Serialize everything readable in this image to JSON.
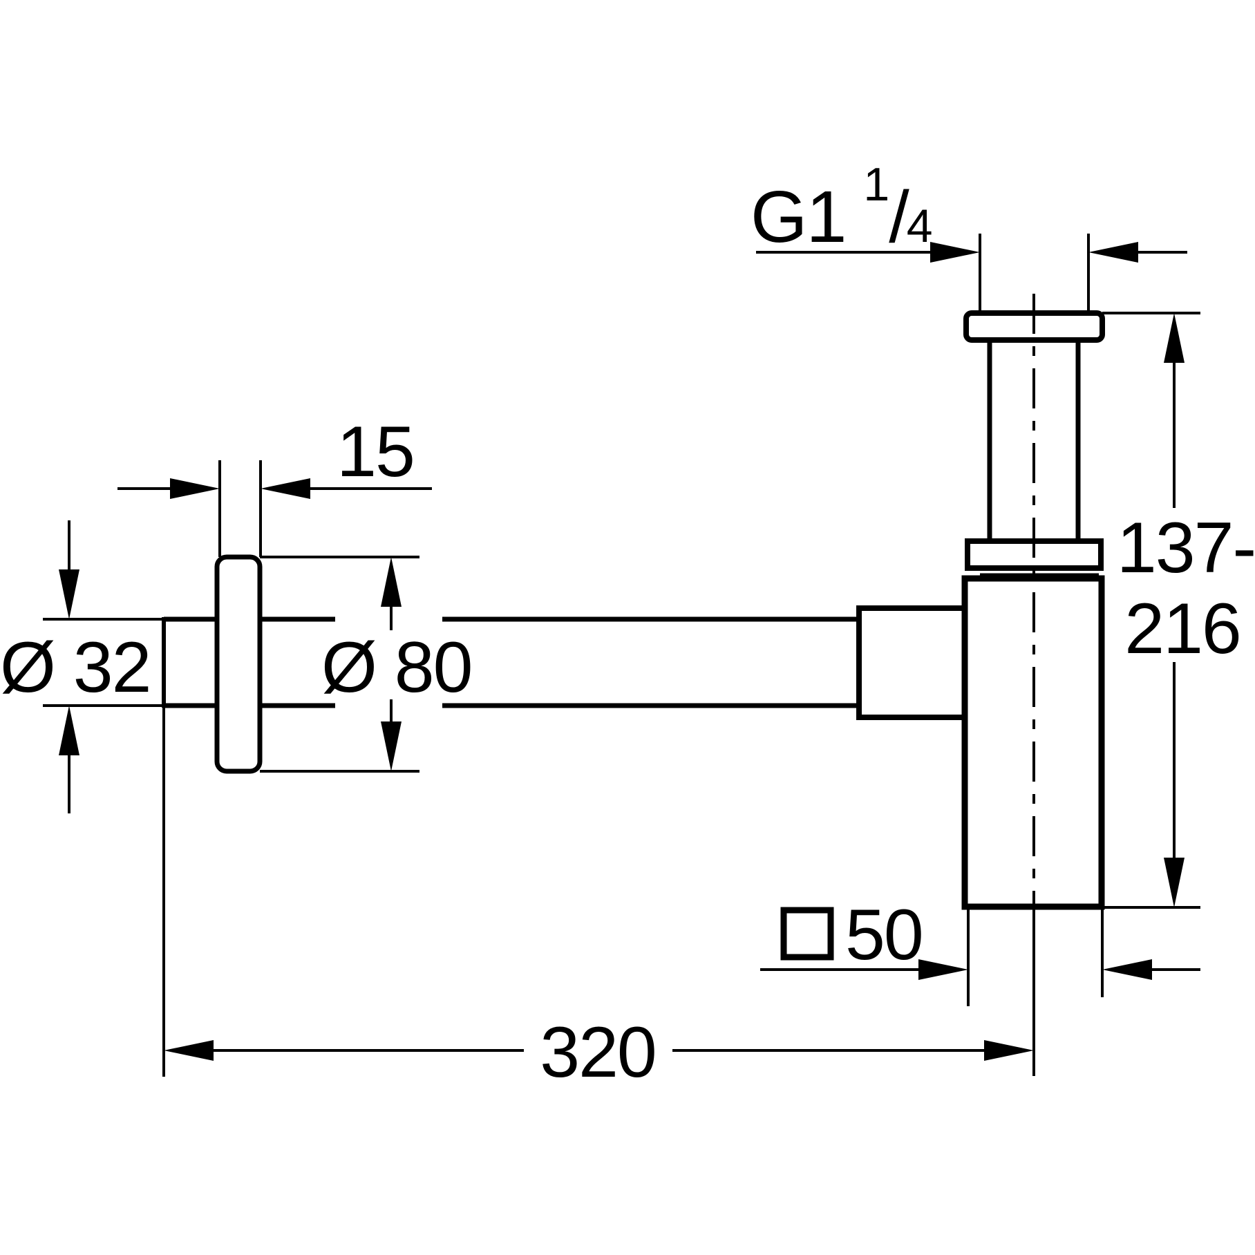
{
  "colors": {
    "background": "#ffffff",
    "line": "#000000"
  },
  "drawing": {
    "type": "technical-dimension-drawing",
    "subject": "bottle-trap-siphon-side-view"
  },
  "dimensions": {
    "thread": {
      "prefix": "G1",
      "numerator": "1",
      "slash": "/",
      "denominator": "4"
    },
    "rosette_thickness": {
      "value": "15"
    },
    "pipe_diameter": {
      "value": "Ø 32"
    },
    "rosette_diameter": {
      "value": "Ø 80"
    },
    "height_range": {
      "line1": "137-",
      "line2": "216"
    },
    "body_size": {
      "value": "50"
    },
    "overall_length": {
      "value": "320"
    }
  }
}
